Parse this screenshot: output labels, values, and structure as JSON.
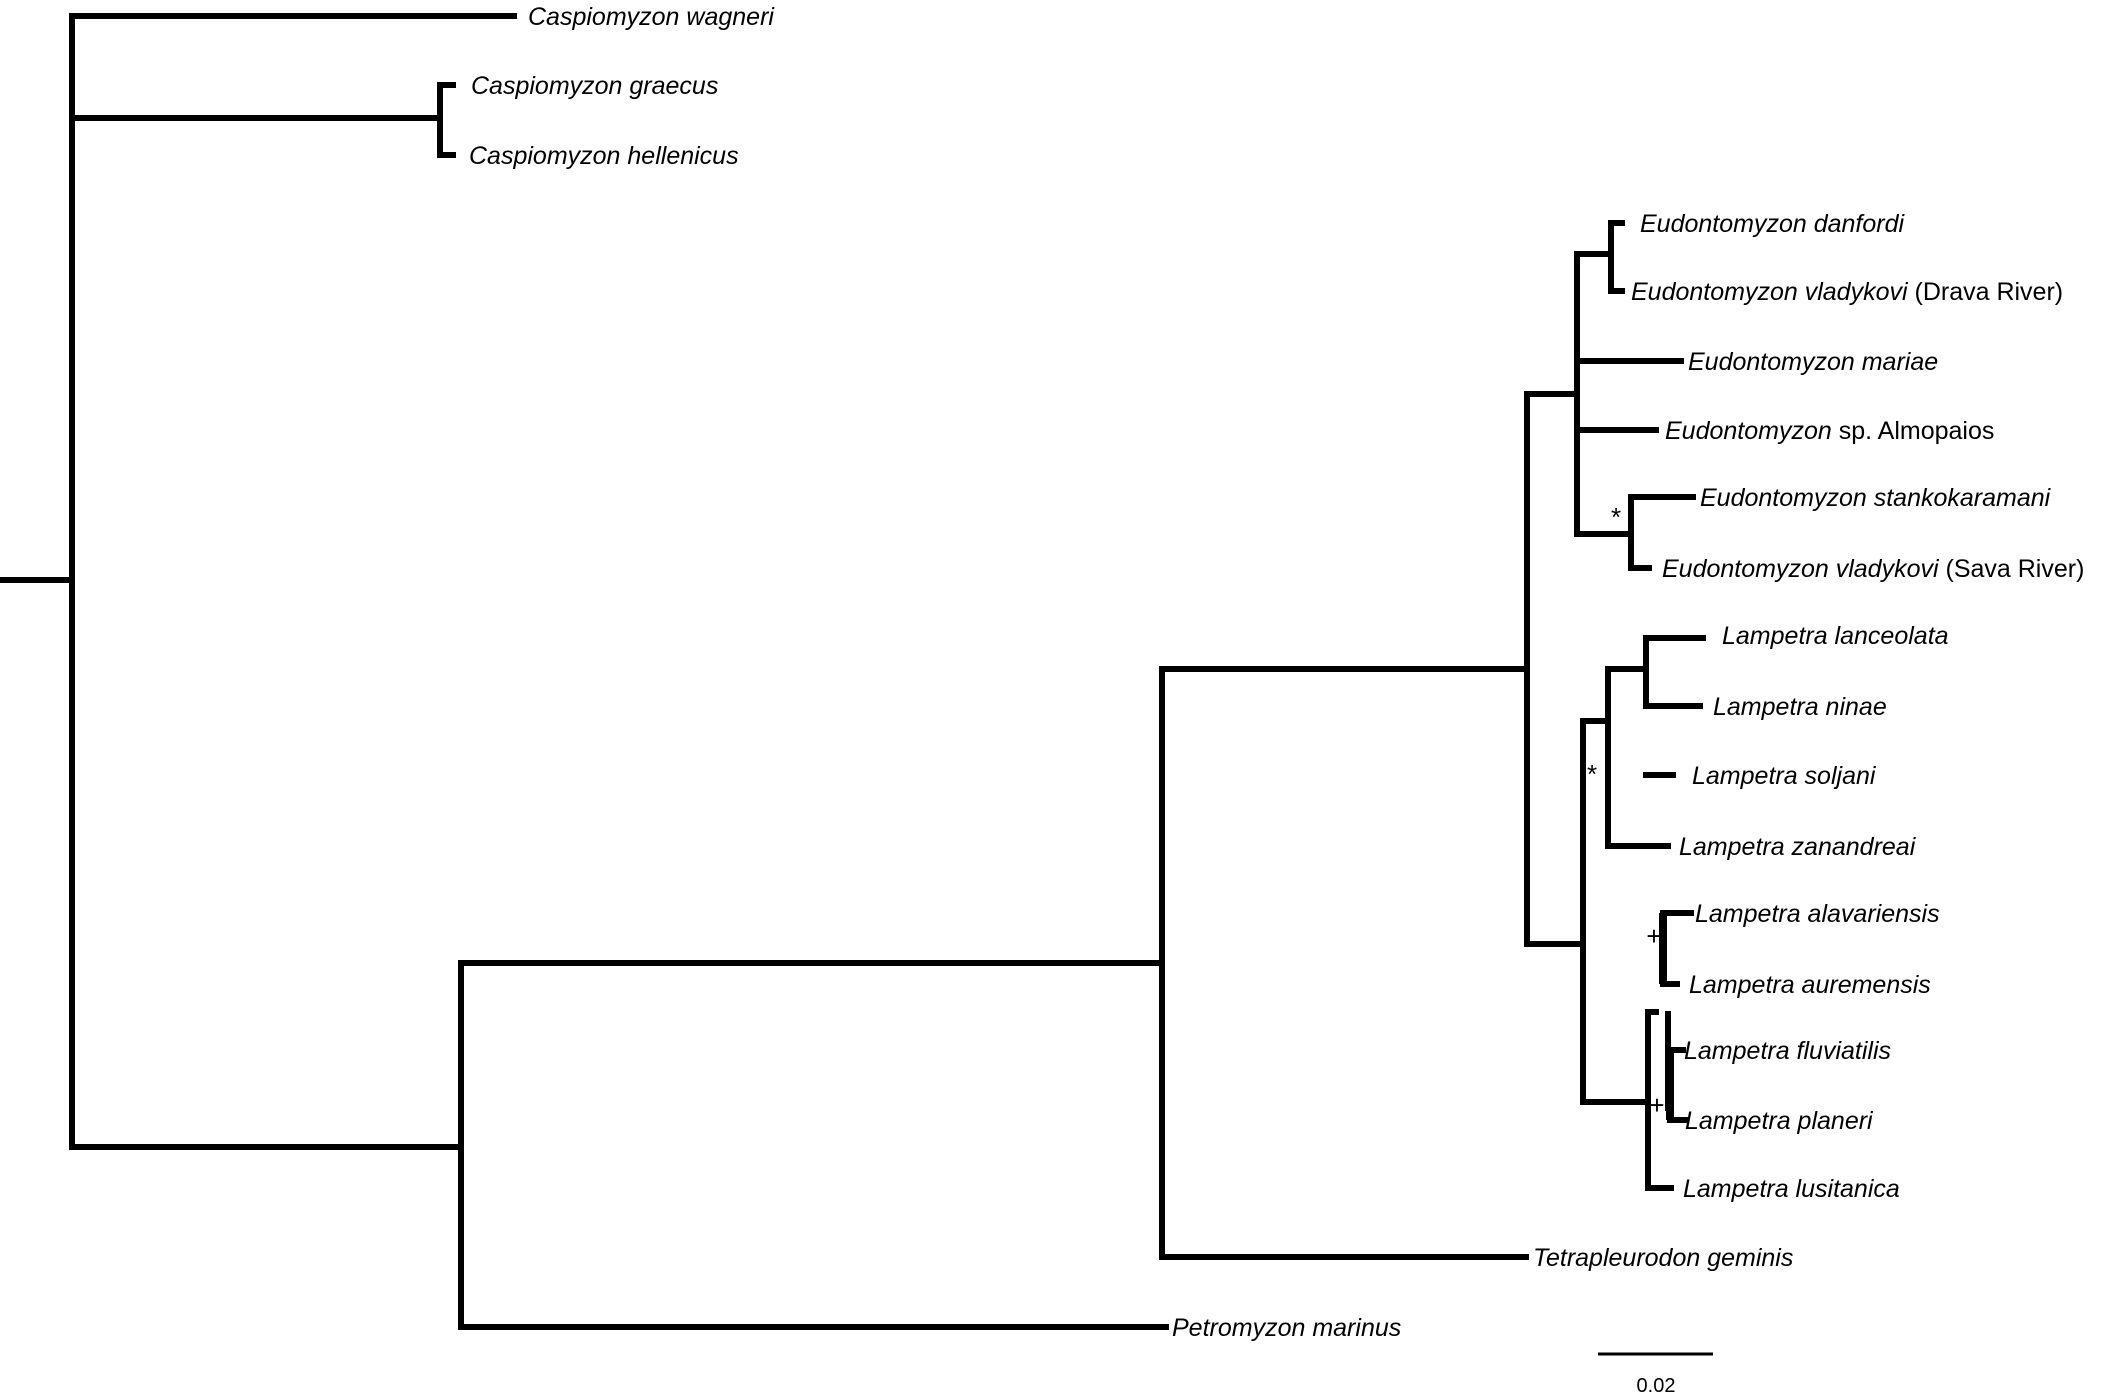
{
  "scale_bar": {
    "label": "0.02"
  },
  "taxa": [
    {
      "italic": "Caspiomyzon wagneri",
      "plain": ""
    },
    {
      "italic": "Caspiomyzon graecus",
      "plain": ""
    },
    {
      "italic": "Caspiomyzon hellenicus",
      "plain": ""
    },
    {
      "italic": "Eudontomyzon danfordi",
      "plain": ""
    },
    {
      "italic": "Eudontomyzon vladykovi",
      "plain": " (Drava River)"
    },
    {
      "italic": "Eudontomyzon mariae",
      "plain": ""
    },
    {
      "italic": "Eudontomyzon",
      "plain": " sp. Almopaios"
    },
    {
      "italic": "Eudontomyzon stankokaramani",
      "plain": ""
    },
    {
      "italic": "Eudontomyzon vladykovi",
      "plain": " (Sava River)"
    },
    {
      "italic": "Lampetra lanceolata",
      "plain": ""
    },
    {
      "italic": "Lampetra ninae",
      "plain": ""
    },
    {
      "italic": "Lampetra soljani",
      "plain": ""
    },
    {
      "italic": "Lampetra zanandreai",
      "plain": ""
    },
    {
      "italic": "Lampetra alavariensis",
      "plain": ""
    },
    {
      "italic": "Lampetra auremensis",
      "plain": ""
    },
    {
      "italic": "Lampetra fluviatilis",
      "plain": ""
    },
    {
      "italic": "Lampetra planeri",
      "plain": ""
    },
    {
      "italic": "Lampetra lusitanica",
      "plain": ""
    },
    {
      "italic": "Tetrapleurodon geminis",
      "plain": ""
    },
    {
      "italic": "Petromyzon marinus",
      "plain": ""
    }
  ],
  "node_marks": [
    "*",
    "*",
    "+",
    "+"
  ]
}
